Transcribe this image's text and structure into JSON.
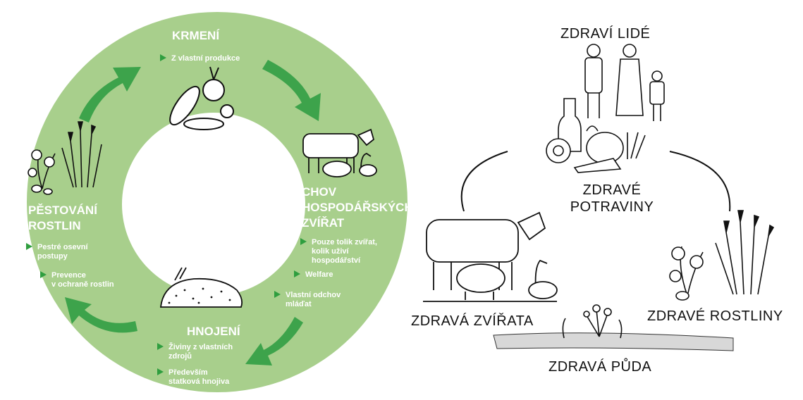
{
  "cycle": {
    "colors": {
      "ring": "#a8cf8c",
      "arrow": "#3da34b",
      "text": "#ffffff"
    },
    "krmeni": {
      "title": "KRMENÍ",
      "bullets": [
        "Z vlastní produkce"
      ]
    },
    "chov": {
      "title_lines": [
        "CHOV",
        "HOSPODÁŘSKÝCH",
        "ZVÍŘAT"
      ],
      "bullets": [
        "Pouze tolik zvířat,\nkolik uživí\nhospodářství",
        "Welfare",
        "Vlastní odchov\nmláďat"
      ]
    },
    "hnojeni": {
      "title": "HNOJENÍ",
      "bullets": [
        "Živiny z vlastních\nzdrojů",
        "Především\nstatková hnojiva"
      ]
    },
    "pestovani": {
      "title_lines": [
        "PĚSTOVÁNÍ",
        "ROSTLIN"
      ],
      "bullets": [
        "Pestré osevní\npostupy",
        "Prevence\nv ochraně rostlin"
      ]
    },
    "icons": [
      "feed-vegetables-icon",
      "farm-animals-icon",
      "manure-pile-icon",
      "crops-plants-icon"
    ]
  },
  "health": {
    "people": "ZDRAVÍ LIDÉ",
    "food_lines": [
      "ZDRAVÉ",
      "POTRAVINY"
    ],
    "animals": "ZDRAVÁ ZVÍŘATA",
    "plants": "ZDRAVÉ ROSTLINY",
    "soil": "ZDRAVÁ PŮDA",
    "icons": [
      "people-family-icon",
      "food-basket-icon",
      "cow-pig-goose-icon",
      "wheat-plants-icon",
      "soil-flowers-icon"
    ]
  }
}
